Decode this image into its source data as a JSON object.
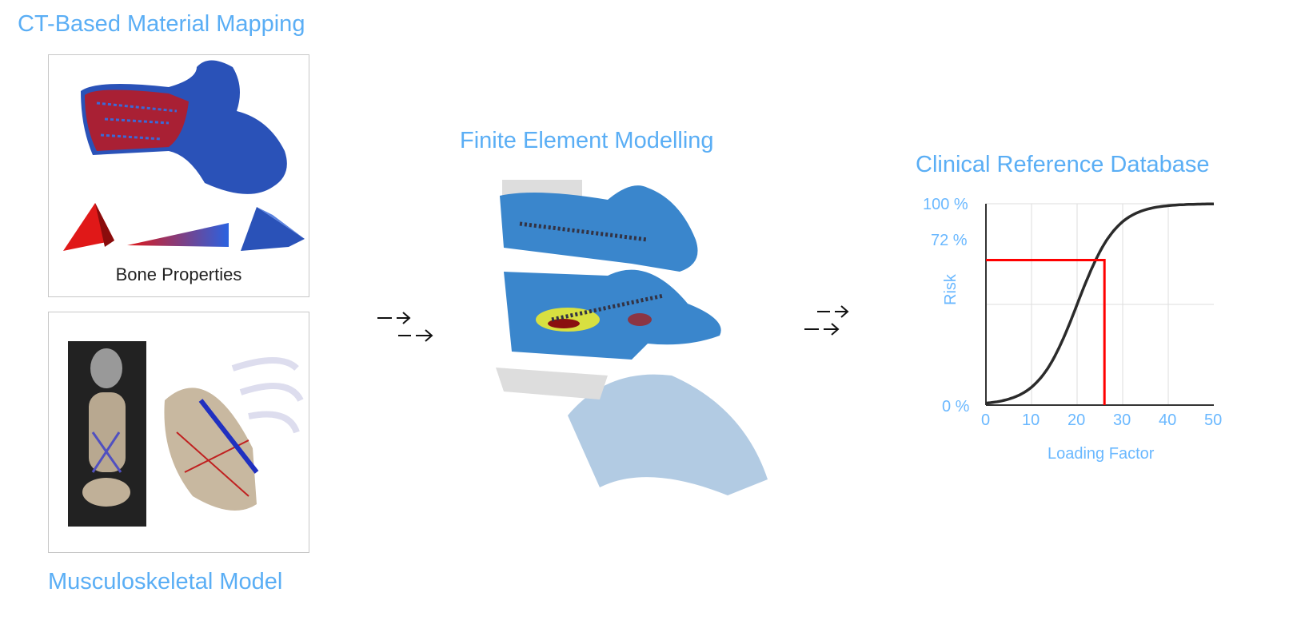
{
  "titles": {
    "ct_mapping": "CT-Based Material Mapping",
    "fem": "Finite Element Modelling",
    "clinical_db": "Clinical Reference Database",
    "musculoskeletal": "Musculoskeletal Model"
  },
  "bone_properties_label": "Bone Properties",
  "colors": {
    "accent": "#5aaef5",
    "curve": "#2b2b2b",
    "marker": "#ff0000",
    "bone_red": "#d8141a",
    "bone_blue": "#2a52b8"
  },
  "chart_data": {
    "type": "line",
    "title": "Clinical Reference Database",
    "xlabel": "Loading Factor",
    "ylabel": "Risk",
    "xlim": [
      0,
      50
    ],
    "ylim": [
      0,
      100
    ],
    "x_ticks": [
      "0",
      "10",
      "20",
      "30",
      "40",
      "50"
    ],
    "y_ticks": [
      "0 %",
      "72 %",
      "100 %"
    ],
    "grid": true,
    "series": [
      {
        "name": "risk curve",
        "model": "sigmoid",
        "midpoint": 20,
        "x": [
          0,
          5,
          10,
          15,
          20,
          25,
          26,
          30,
          35,
          40,
          45,
          50
        ],
        "y": [
          1,
          3,
          10,
          27,
          50,
          68,
          72,
          86,
          95,
          99,
          100,
          100
        ]
      }
    ],
    "annotation": {
      "x": 26,
      "y": 72
    }
  }
}
